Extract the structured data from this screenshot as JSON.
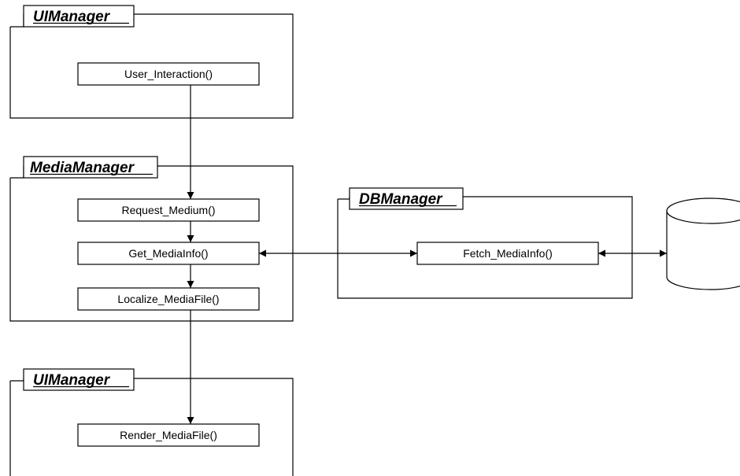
{
  "packages": {
    "ui_top": {
      "title": "UIManager"
    },
    "media": {
      "title": "MediaManager"
    },
    "db": {
      "title": "DBManager"
    },
    "ui_bottom": {
      "title": "UIManager"
    }
  },
  "operations": {
    "user_interaction": "User_Interaction()",
    "request_medium": "Request_Medium()",
    "get_mediainfo": "Get_MediaInfo()",
    "localize_mediafile": "Localize_MediaFile()",
    "fetch_mediainfo": "Fetch_MediaInfo()",
    "render_mediafile": "Render_MediaFile()"
  }
}
